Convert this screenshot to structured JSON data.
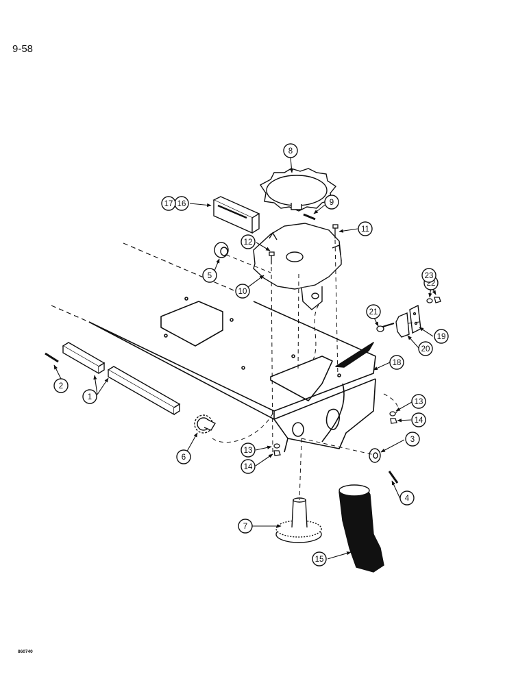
{
  "page": {
    "number": "9-58",
    "figure_code": "860740"
  },
  "callouts": [
    {
      "label": "1"
    },
    {
      "label": "2"
    },
    {
      "label": "3"
    },
    {
      "label": "4"
    },
    {
      "label": "5"
    },
    {
      "label": "6"
    },
    {
      "label": "7"
    },
    {
      "label": "8"
    },
    {
      "label": "9"
    },
    {
      "label": "10"
    },
    {
      "label": "11"
    },
    {
      "label": "12"
    },
    {
      "label": "13"
    },
    {
      "label": "14"
    },
    {
      "label": "13"
    },
    {
      "label": "14"
    },
    {
      "label": "15"
    },
    {
      "label": "16"
    },
    {
      "label": "17"
    },
    {
      "label": "18"
    },
    {
      "label": "19"
    },
    {
      "label": "20"
    },
    {
      "label": "21"
    },
    {
      "label": "22"
    },
    {
      "label": "23"
    }
  ],
  "colors": {
    "ink": "#111111",
    "paper": "#ffffff"
  }
}
